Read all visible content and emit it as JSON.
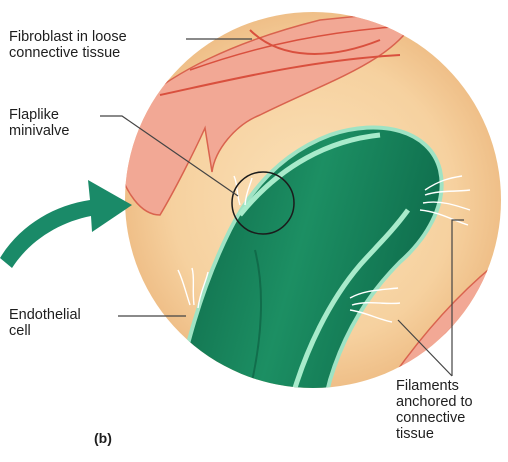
{
  "labels": {
    "fibroblast": [
      "Fibroblast in loose",
      "connective tissue"
    ],
    "minivalve": [
      "Flaplike",
      "minivalve"
    ],
    "endothelial": [
      "Endothelial",
      "cell"
    ],
    "filaments": [
      "Filaments",
      "anchored to",
      "connective",
      "tissue"
    ],
    "panel": "(b)"
  },
  "colors": {
    "tissue": "#f6d3a4",
    "fibroblast": "#f0a090",
    "fibroblast_line": "#d9503e",
    "vessel_dark": "#0f6e4d",
    "vessel_mid": "#1f9a6c",
    "vessel_light": "#8fdcb8",
    "arrow": "#1a8a68",
    "leader": "#444444"
  }
}
